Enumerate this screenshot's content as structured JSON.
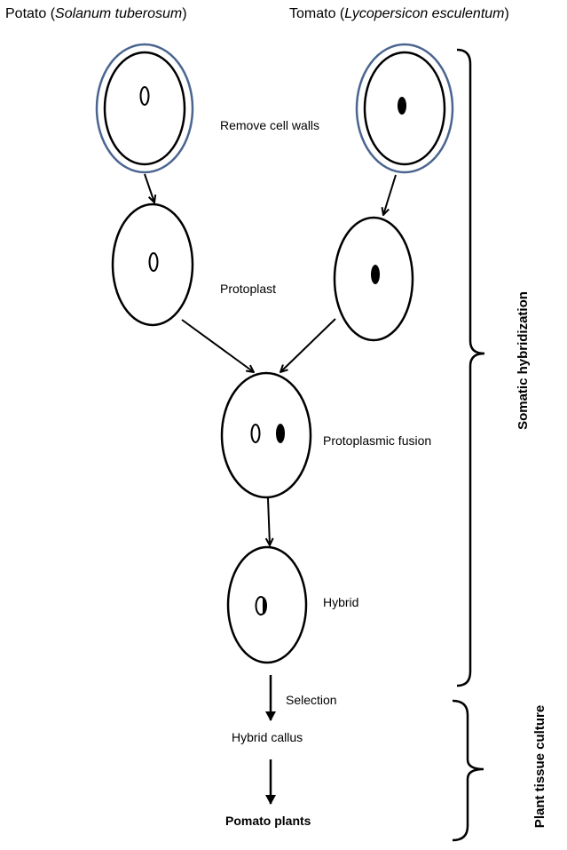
{
  "titles": {
    "potato_name": "Potato (",
    "potato_sci": "Solanum tuberosum",
    "potato_close": ")",
    "tomato_name": "Tomato (",
    "tomato_sci": "Lycopersicon esculentum",
    "tomato_close": ")"
  },
  "steps": {
    "remove_walls": "Remove  cell walls",
    "protoplast": "Protoplast",
    "fusion": "Protoplasmic fusion",
    "hybrid": "Hybrid",
    "selection": "Selection",
    "callus": "Hybrid callus",
    "plants": "Pomato plants"
  },
  "brackets": {
    "somatic": "Somatic hybridization",
    "tissue": "Plant tissue culture"
  },
  "colors": {
    "cell_wall": "#4a6590",
    "outline": "#000000"
  }
}
